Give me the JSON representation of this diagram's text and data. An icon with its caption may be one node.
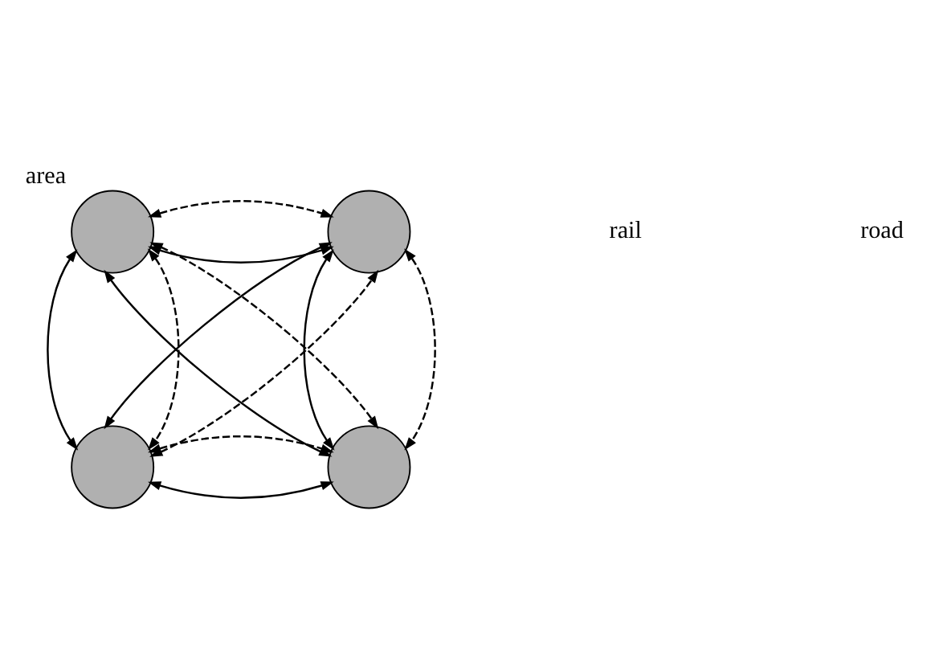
{
  "diagram": {
    "nodes": [
      {
        "text": [],
        "shape": "circle"
      },
      {
        "text": [],
        "shape": "circle",
        "beside": [
          "area"
        ]
      },
      {
        "text": [],
        "shape": "circle"
      },
      {
        "text": [],
        "shape": "circle"
      }
    ],
    "edges": [
      {
        "from": 1,
        "to": 0,
        "arrow": "both"
      },
      {
        "from": 1,
        "to": 0,
        "arrow": "both",
        "style": "dashed"
      },
      {
        "from": 0,
        "to": 2,
        "arrow": "both"
      },
      {
        "from": 0,
        "to": 2,
        "arrow": "both",
        "style": "dashed"
      },
      {
        "from": 1,
        "to": 2,
        "arrow": "both"
      },
      {
        "from": 1,
        "to": 2,
        "arrow": "both",
        "style": "dashed"
      },
      {
        "from": 3,
        "to": 0,
        "arrow": "both"
      },
      {
        "from": 3,
        "to": 0,
        "arrow": "both",
        "style": "dashed"
      },
      {
        "from": 1,
        "to": 3,
        "arrow": "both"
      },
      {
        "from": 1,
        "to": 3,
        "arrow": "both",
        "style": "dashed"
      },
      {
        "from": 3,
        "to": 2,
        "arrow": "both"
      },
      {
        "from": 3,
        "to": 2,
        "arrow": "both",
        "style": "dashed"
      }
    ],
    "labels": [
      "rail",
      "road"
    ]
  }
}
